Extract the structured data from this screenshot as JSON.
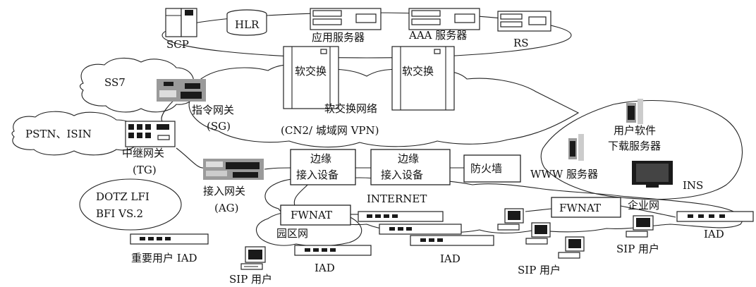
{
  "labels": {
    "scp": "SCP",
    "hlr": "HLR",
    "app_server": "应用服务器",
    "aaa_server": "AAA 服务器",
    "rs": "RS",
    "softswitch_1": "软交换",
    "softswitch_2": "软交换",
    "ss7": "SS7",
    "sg_name": "指令网关",
    "sg_abbr": "(SG)",
    "softswitch_network": "软交换网络",
    "softswitch_network_sub": "(CN2/ 城域网 VPN)",
    "pstn": "PSTN、ISIN",
    "tg_name": "中继网关",
    "tg_abbr": "(TG)",
    "ag_name": "接入网关",
    "ag_abbr": "(AG)",
    "edge_1_line1": "边缘",
    "edge_1_line2": "接入设备",
    "edge_2_line1": "边缘",
    "edge_2_line2": "接入设备",
    "firewall": "防火墙",
    "user_sw_line1": "用户软件",
    "user_sw_line2": "下载服务器",
    "www_server": "WWW 服务器",
    "ins": "INS",
    "internet": "INTERNET",
    "dotz_line1": "DOTZ  LFI",
    "dotz_line2": "BFI    VS.2",
    "fwnat_1": "FWNAT",
    "fwnat_2": "FWNAT",
    "campus_net": "园区网",
    "enterprise_net": "企业网",
    "important_iad": "重要用户 IAD",
    "iad_1": "IAD",
    "iad_2": "IAD",
    "iad_3": "IAD",
    "sip_user_1": "SIP 用户",
    "sip_user_2": "SIP 用户",
    "sip_user_3": "SIP 用户"
  }
}
